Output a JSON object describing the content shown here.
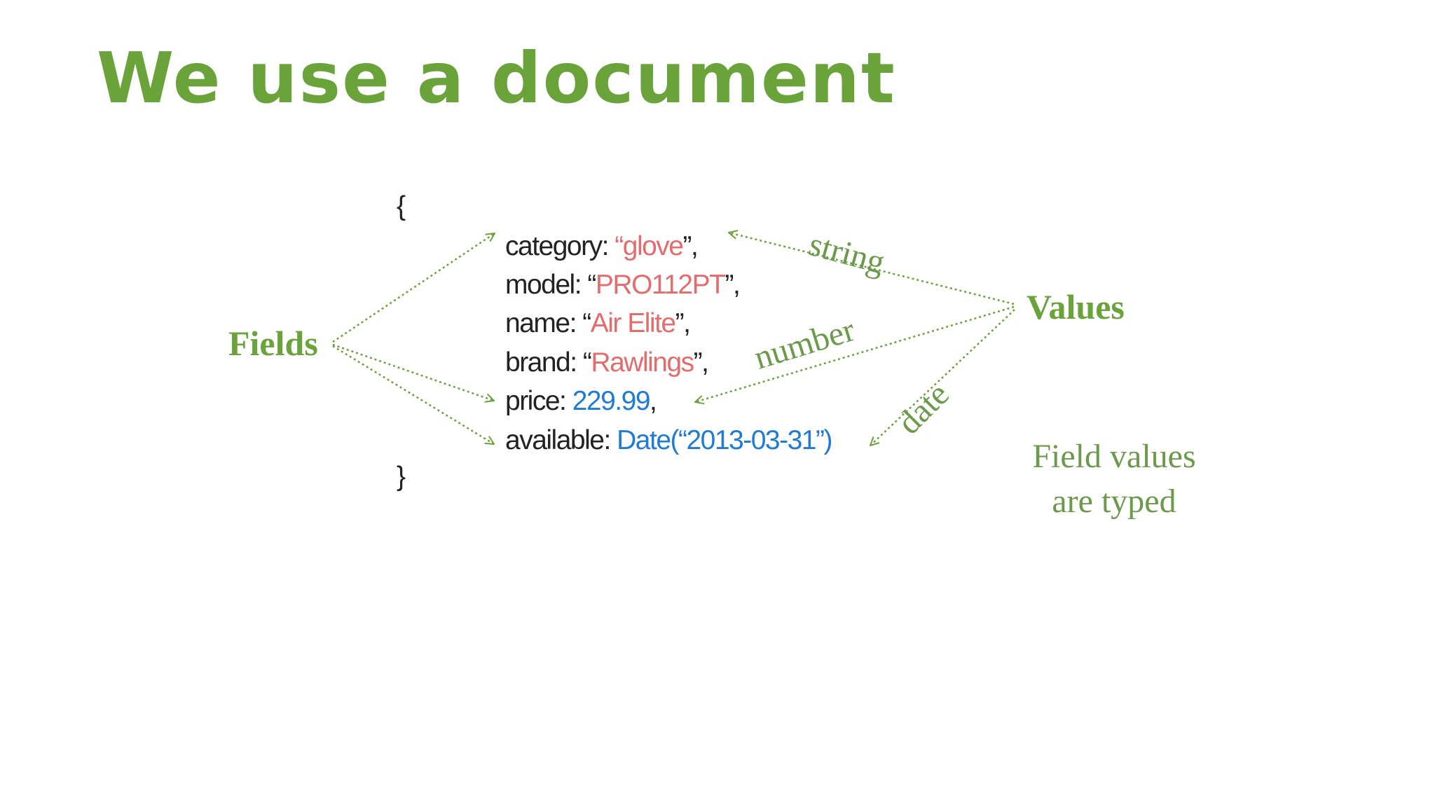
{
  "colors": {
    "title": "#6ba33b",
    "label": "#6ba33b",
    "annotation": "#6b9a4a",
    "string_value": "#e46c6c",
    "number_value": "#1f7bd6",
    "code_text": "#222222",
    "arrow": "#6ba33b"
  },
  "slide": {
    "title": "We use a document"
  },
  "document": {
    "open_brace": "{",
    "close_brace": "}",
    "lines": [
      {
        "field": "category",
        "colon": ": ",
        "quote_open": "“",
        "value": "glove",
        "quote_close": "”",
        "suffix": ","
      },
      {
        "field": "model",
        "colon": ": ",
        "quote_open": "“",
        "value": "PRO112PT",
        "quote_close": "”",
        "suffix": ","
      },
      {
        "field": "name",
        "colon": ": ",
        "quote_open": "“",
        "value": "Air Elite",
        "quote_close": "”",
        "suffix": ","
      },
      {
        "field": "brand",
        "colon": ": ",
        "quote_open": "“",
        "value": "Rawlings",
        "quote_close": "”",
        "suffix": ","
      },
      {
        "field": "price",
        "colon": ": ",
        "value": "229.99",
        "suffix": ","
      },
      {
        "field": "available",
        "colon": ": ",
        "value": "Date(“2013-03-31”)"
      }
    ]
  },
  "labels": {
    "fields": "Fields",
    "values": "Values",
    "string": "string",
    "number": "number",
    "date": "date"
  },
  "note": {
    "line1": "Field values",
    "line2": "are typed"
  }
}
